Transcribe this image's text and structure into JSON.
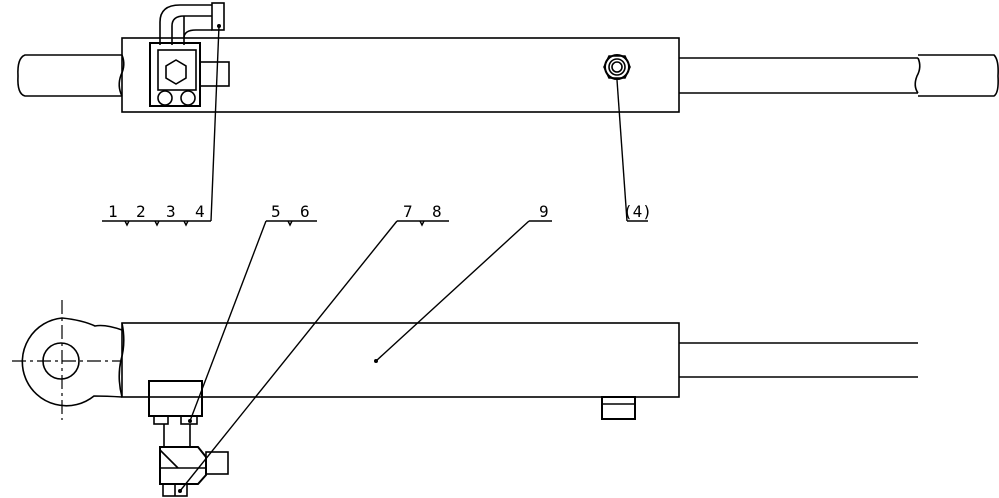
{
  "callouts": {
    "c1": "1",
    "c2": "2",
    "c3": "3",
    "c4": "4",
    "c5": "5",
    "c6": "6",
    "c7": "7",
    "c8": "8",
    "c9": "9",
    "c4_ref": "(4)"
  }
}
